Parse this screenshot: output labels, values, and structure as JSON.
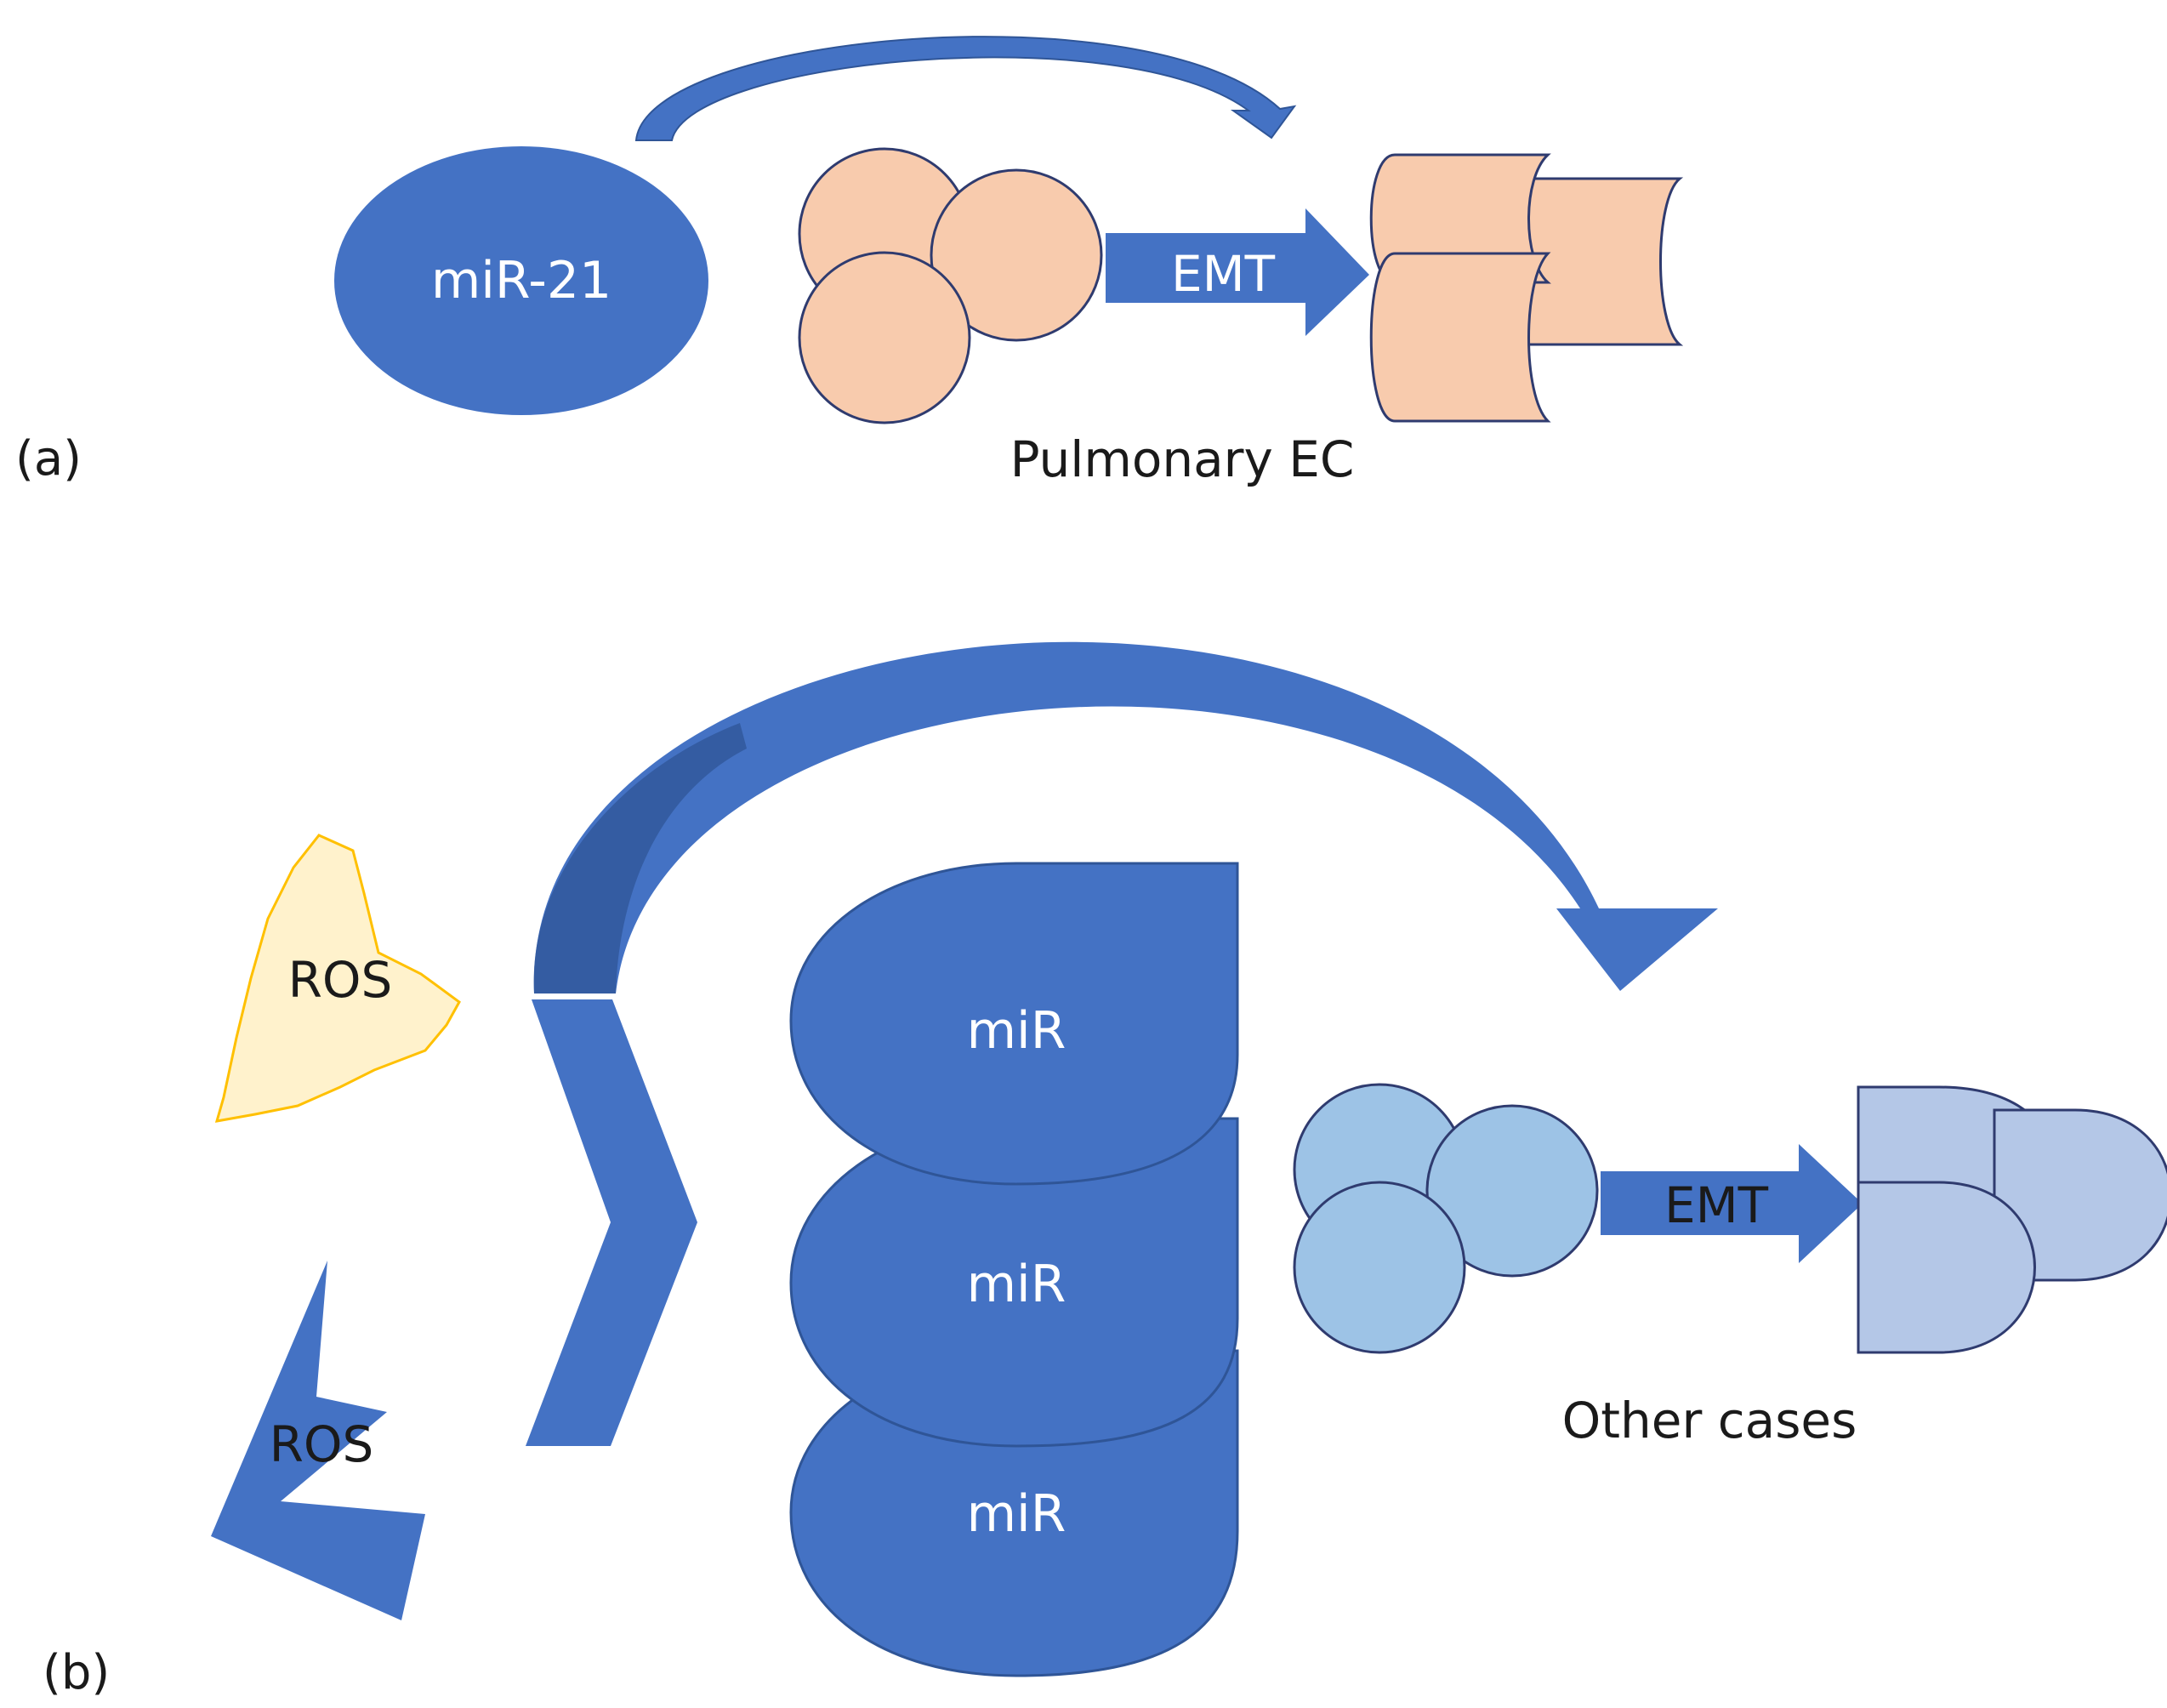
{
  "panel_a": {
    "panel_label": "(a)",
    "mir_label": "miR-21",
    "arrow_label": "EMT",
    "caption": "Pulmonary EC"
  },
  "panel_b": {
    "panel_label": "(b)",
    "ros_label_top": "ROS",
    "ros_label_bottom": "ROS",
    "mir_labels": [
      "miR",
      "miR",
      "miR"
    ],
    "arrow_label": "EMT",
    "caption": "Other cases"
  },
  "colors": {
    "blue": "#4472c4",
    "blue_dark": "#2f5597",
    "peach": "#f8cbad",
    "light_blue": "#9dc3e6",
    "periwinkle": "#b4c7e7",
    "ros_fill": "#fff2cc",
    "ros_stroke": "#ffc000"
  }
}
